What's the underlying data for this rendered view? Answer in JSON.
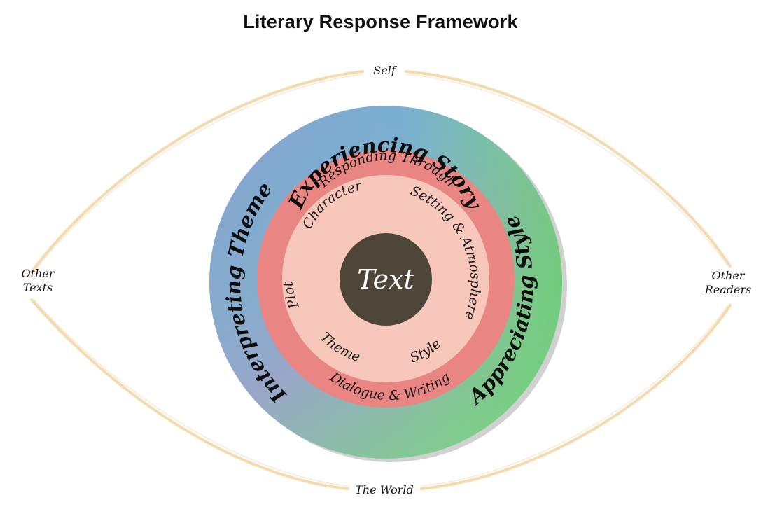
{
  "title": "Literary Response Framework",
  "outer_labels": {
    "top": "Self",
    "bottom": "The World",
    "left_line1": "Other",
    "left_line2": "Texts",
    "right_line1": "Other",
    "right_line2": "Readers"
  },
  "outer_ring": {
    "top": "Experiencing Story",
    "left": "Interpreting Theme",
    "right": "Appreciating Style"
  },
  "middle_ring": {
    "top": "Responding Through",
    "bottom": "Dialogue & Writing"
  },
  "inner_ring": {
    "character": "Character",
    "setting": "Setting & Atmosphere",
    "plot": "Plot",
    "theme": "Theme",
    "style": "Style"
  },
  "center": "Text",
  "colors": {
    "eye_outline": "#f6d9ad",
    "outer_ring_top": "#5cc6d8",
    "outer_ring_left": "#a596c6",
    "outer_ring_right": "#7dcf86",
    "middle_ring": "#e98583",
    "inner_ring": "#f6c7ba",
    "center": "#4e4539"
  }
}
